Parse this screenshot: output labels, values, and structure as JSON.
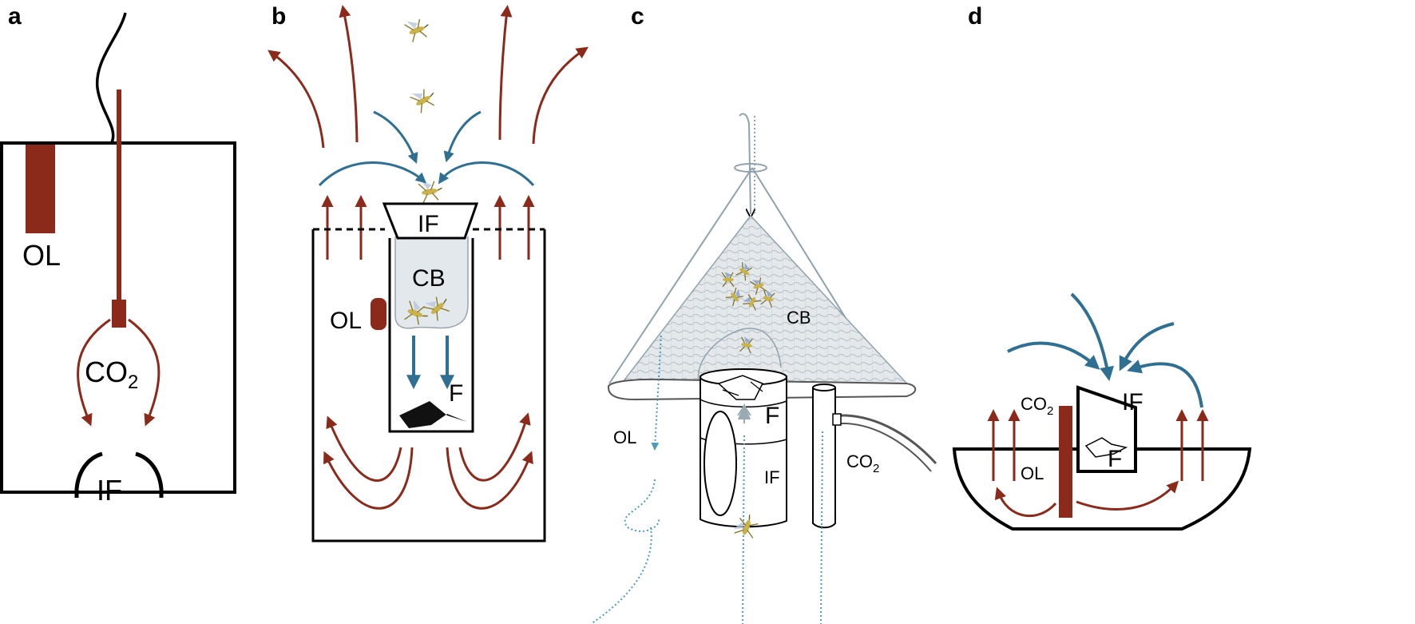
{
  "panels": {
    "a": {
      "letter": "a",
      "labels": {
        "ol": "OL",
        "co2": "CO",
        "co2_sub": "2",
        "if": "IF"
      }
    },
    "b": {
      "letter": "b",
      "labels": {
        "if": "IF",
        "cb": "CB",
        "ol": "OL",
        "f": "F"
      }
    },
    "c": {
      "letter": "c",
      "labels": {
        "cb": "CB",
        "f": "F",
        "ol": "OL",
        "if": "IF",
        "co2": "CO",
        "co2_sub": "2"
      }
    },
    "d": {
      "letter": "d",
      "labels": {
        "co2": "CO",
        "co2_sub": "2",
        "if": "IF",
        "ol": "OL",
        "f": "F"
      }
    }
  },
  "colors": {
    "outline": "#000000",
    "odour": "#8b2a1b",
    "air_in": "#2e6f92",
    "net": "#8fa2ad",
    "mosquito": "#c9b34a",
    "ol_panel_c": "#4a9cbc"
  }
}
